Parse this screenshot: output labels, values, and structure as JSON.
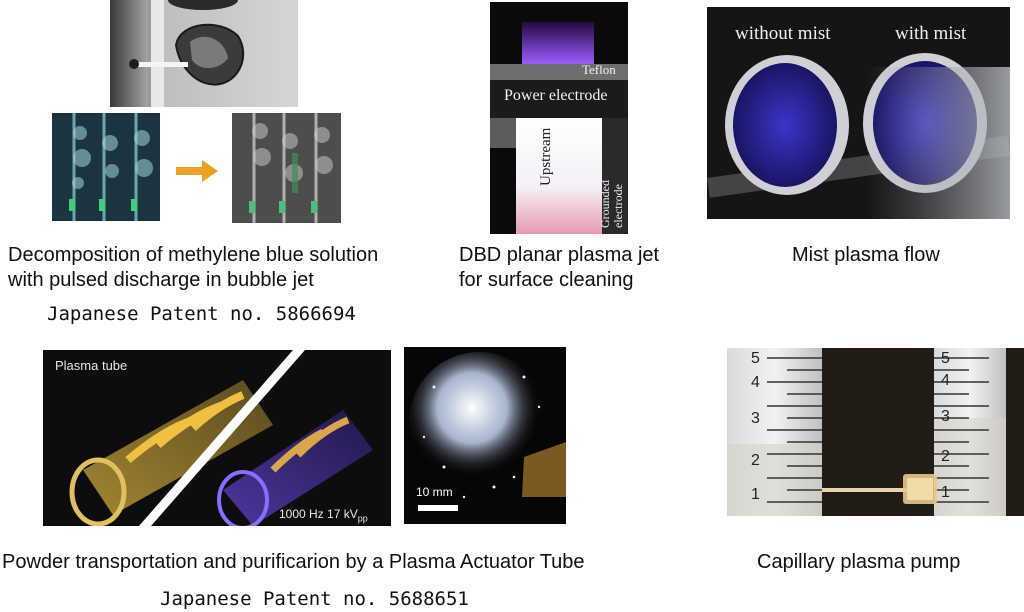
{
  "captions": {
    "bubble_line1": "Decomposition of methylene blue solution",
    "bubble_line2": "with pulsed discharge in bubble jet",
    "bubble_patent": "Japanese Patent no. 5866694",
    "dbd_line1": "DBD planar plasma jet",
    "dbd_line2": "for surface cleaning",
    "mist": "Mist plasma flow",
    "powder": "Powder transportation and purificarion by a Plasma Actuator Tube",
    "powder_patent": "Japanese Patent no. 5688651",
    "pump": "Capillary plasma pump"
  },
  "dbd_labels": {
    "teflon": "Teflon",
    "power": "Power electrode",
    "upstream": "Upstream",
    "grounded": "Grounded electrode"
  },
  "mist_labels": {
    "without": "without mist",
    "with": "with mist"
  },
  "tube_labels": {
    "title": "Plasma tube",
    "params": "1000 Hz 17 kV",
    "params_sub": "pp"
  },
  "scale_label": "10 mm",
  "ruler_left": [
    "5",
    "4",
    "3",
    "2",
    "1"
  ],
  "ruler_right": [
    "5",
    "4",
    "3",
    "2",
    "1"
  ],
  "colors": {
    "arrow": "#f0a020",
    "plasma_purple": "#7a3cff",
    "tube_yellow": "#d8b23a"
  },
  "icons": {
    "arrow": "right-arrow-icon"
  }
}
